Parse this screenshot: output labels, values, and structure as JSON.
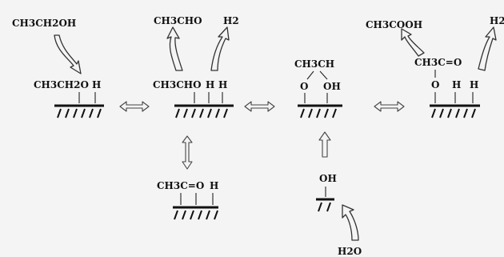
{
  "gas_phase": {
    "ethanol": "CH3CH2OH",
    "acetaldehyde": "CH3CHO",
    "hydrogen_1": "H2",
    "acetic_acid": "CH3COOH",
    "hydrogen_2": "H2",
    "water": "H2O"
  },
  "adsorbed": {
    "ethoxy": "CH3CH2O",
    "ethoxy_h": "H",
    "aldehyde": "CH3CHO",
    "aldehyde_h1": "H",
    "aldehyde_h2": "H",
    "acyl": "CH3C=O",
    "acyl_h": "H",
    "diol_top": "CH3CH",
    "diol_o": "O",
    "diol_oh": "OH",
    "acetate_top": "CH3C=O",
    "acetate_o": "O",
    "acetate_h1": "H",
    "acetate_h2": "H",
    "hydroxyl": "OH"
  }
}
